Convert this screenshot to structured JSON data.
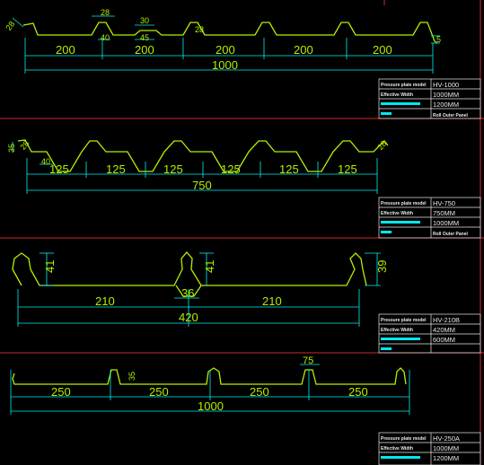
{
  "panels": [
    {
      "dims": [
        "200",
        "200",
        "200",
        "200",
        "200",
        "1000",
        "28",
        "40",
        "30",
        "45",
        "28",
        "28",
        "5"
      ],
      "title_block": {
        "row1_label": "Pressure plate model",
        "row1_value": "HV-1000",
        "row2_label": "Effective Width",
        "row2_value": "1000MM",
        "row3_value": "1200MM",
        "row4_value": "Roll Outer Panel"
      }
    },
    {
      "dims": [
        "125",
        "125",
        "125",
        "125",
        "125",
        "125",
        "750",
        "35",
        "28",
        "40",
        "28"
      ],
      "title_block": {
        "row1_label": "Pressure plate model",
        "row1_value": "HV-750",
        "row2_label": "Effective Width",
        "row2_value": "750MM",
        "row3_value": "1000MM",
        "row4_value": "Roll Outer Panel"
      }
    },
    {
      "dims": [
        "41",
        "41",
        "39",
        "210",
        "36",
        "210",
        "420"
      ],
      "title_block": {
        "row1_label": "Pressure plate model",
        "row1_value": "HV-210B",
        "row2_label": "Effective Width",
        "row2_value": "420MM",
        "row3_value": "600MM"
      }
    },
    {
      "dims": [
        "250",
        "250",
        "250",
        "250",
        "1000",
        "75",
        "35"
      ],
      "title_block": {
        "row1_label": "Pressure plate model",
        "row1_value": "HV-250A",
        "row2_label": "Effective Width",
        "row2_value": "1000MM",
        "row3_value": "1200MM"
      }
    }
  ],
  "colors": {
    "background": "#000000",
    "profile": "#b4f000",
    "dimension": "#00f0f0",
    "frame": "#d22a2a",
    "table": "#e8e8e8"
  }
}
